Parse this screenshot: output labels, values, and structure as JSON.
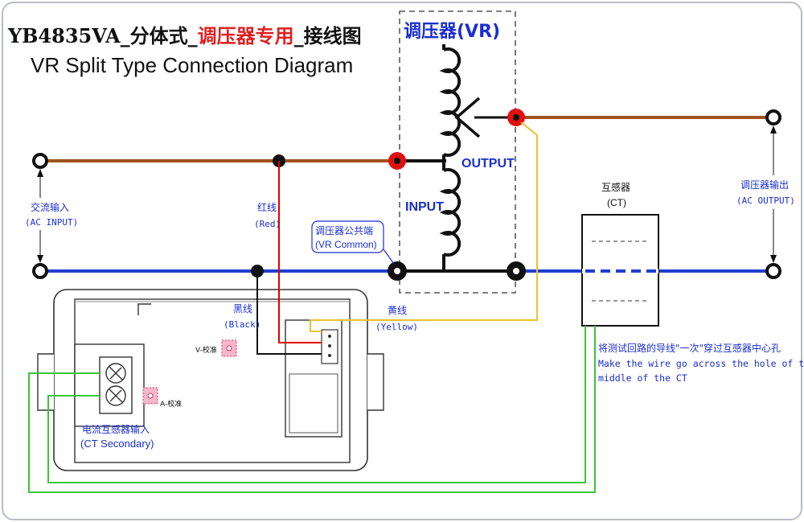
{
  "title": {
    "model_prefix": "YB4835VA_分体式_",
    "highlight": "调压器专用",
    "suffix": "_接线图",
    "subtitle": "VR Split Type Connection Diagram"
  },
  "vr": {
    "label": "调压器(VR)",
    "output_label": "OUTPUT",
    "input_label": "INPUT"
  },
  "labels": {
    "ac_input_cn": "交流输入",
    "ac_input_en": "(AC INPUT)",
    "ac_output_cn": "调压器输出",
    "ac_output_en": "(AC OUTPUT)",
    "red_cn": "红线",
    "red_en": "(Red)",
    "black_cn": "黑线",
    "black_en": "(Black)",
    "yellow_cn": "黄线",
    "yellow_en": "(Yellow)",
    "vr_common_cn": "调压器公共端",
    "vr_common_en": "(VR Common)",
    "ct_cn": "互感器",
    "ct_en": "(CT)",
    "ct_secondary_cn": "电流互感器输入",
    "ct_secondary_en": "(CT Secondary)",
    "v_cal": "V-校准",
    "a_cal": "A-校准",
    "note_cn": "将测试回路的导线\"一次\"穿过互感器中心孔",
    "note_en_1": "Make the wire go across the hole of the",
    "note_en_2": "middle of the CT"
  },
  "colors": {
    "brown_wire": "#a0521d",
    "blue_wire": "#1f3fd0",
    "red_wire": "#e00000",
    "yellow_wire": "#f0c030",
    "green_wire": "#38c838",
    "label_blue": "#1a2fd0",
    "title_red": "#e02020"
  }
}
